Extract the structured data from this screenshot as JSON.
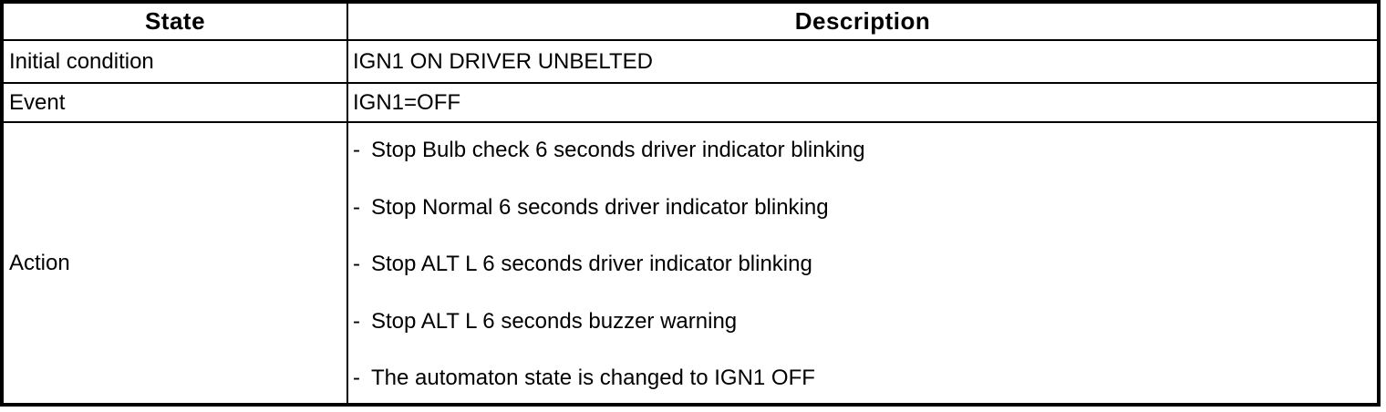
{
  "table": {
    "bullet": "-",
    "headers": {
      "state": "State",
      "description": "Description"
    },
    "rows": [
      {
        "state": "Initial condition",
        "description": "IGN1 ON DRIVER UNBELTED"
      },
      {
        "state": "Event",
        "description": "IGN1=OFF"
      },
      {
        "state": "Action",
        "items": [
          "Stop Bulb check 6 seconds driver indicator blinking",
          "Stop Normal 6 seconds driver indicator blinking",
          "Stop ALT L 6 seconds driver indicator blinking",
          "Stop ALT L 6 seconds buzzer warning",
          "The automaton state is changed to IGN1 OFF"
        ]
      }
    ]
  },
  "colors": {
    "border": "#000000",
    "text": "#000000",
    "background": "#ffffff"
  }
}
